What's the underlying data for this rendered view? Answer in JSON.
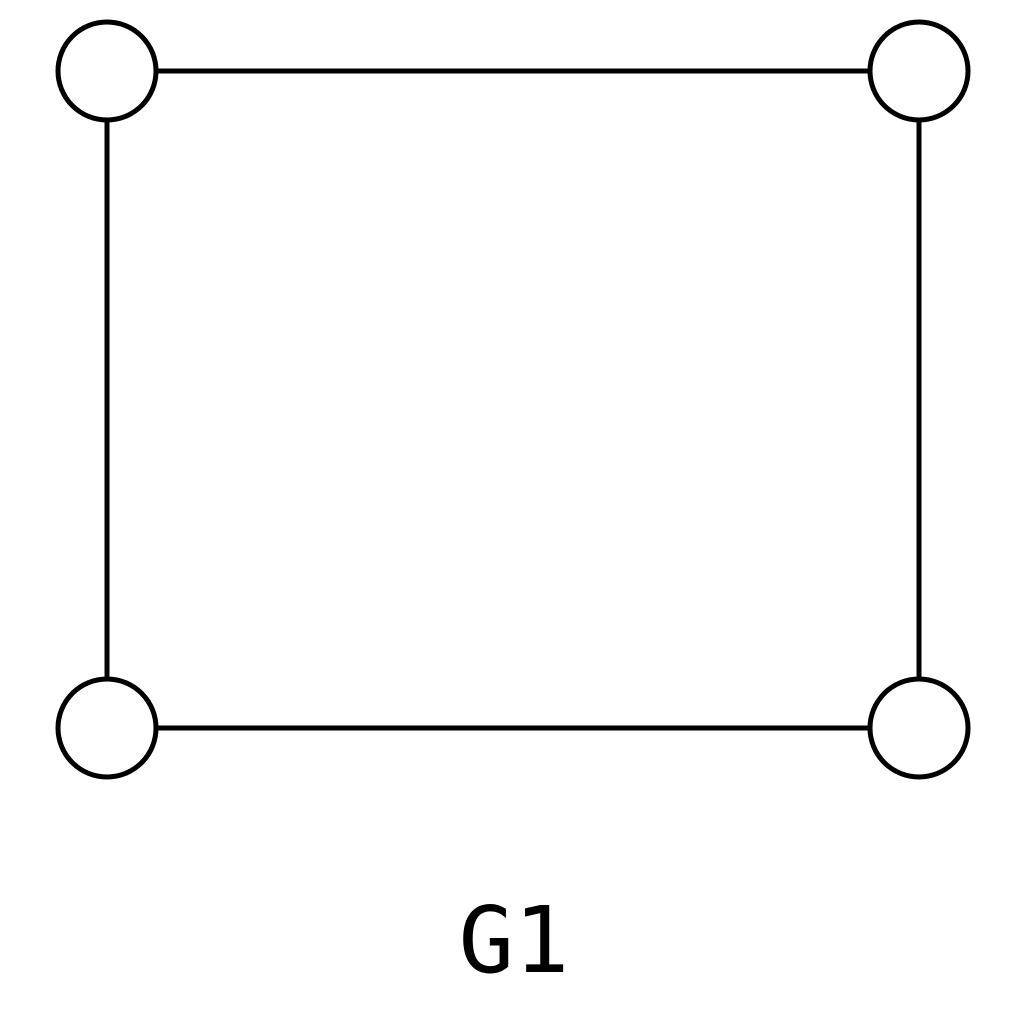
{
  "graph": {
    "label": "G1",
    "nodes": [
      {
        "id": "top-left"
      },
      {
        "id": "top-right"
      },
      {
        "id": "bottom-left"
      },
      {
        "id": "bottom-right"
      }
    ],
    "edges": [
      {
        "from": "top-left",
        "to": "top-right"
      },
      {
        "from": "top-right",
        "to": "bottom-right"
      },
      {
        "from": "bottom-right",
        "to": "bottom-left"
      },
      {
        "from": "bottom-left",
        "to": "top-left"
      }
    ]
  },
  "colors": {
    "stroke": "#000000",
    "node_fill": "#ffffff",
    "background": "#ffffff"
  }
}
